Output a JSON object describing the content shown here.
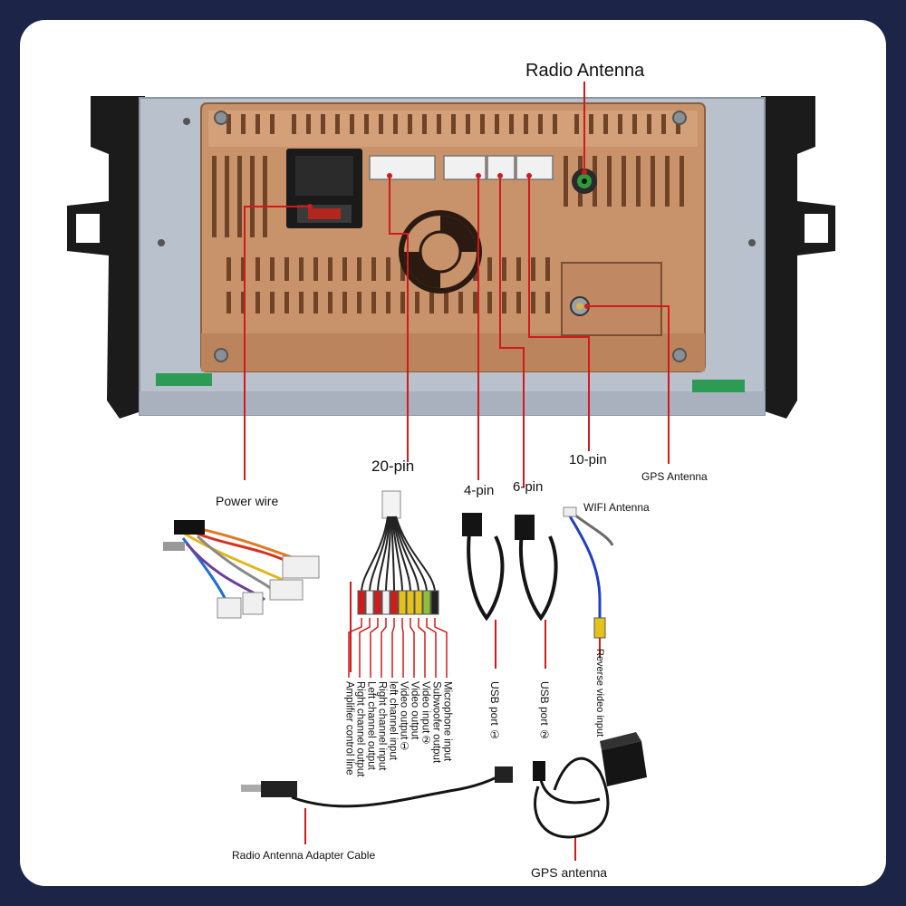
{
  "labels": {
    "radio_antenna": "Radio Antenna",
    "pin20": "20-pin",
    "pin4": "4-pin",
    "pin6": "6-pin",
    "pin10": "10-pin",
    "gps_antenna_top": "GPS Antenna",
    "power_wire": "Power wire",
    "wifi_antenna": "WIFI Antenna",
    "reverse_video_input": "Reverse video input",
    "usb_port_1": "USB port ①",
    "usb_port_2": "USB port ②",
    "radio_adapter": "Radio Antenna Adapter Cable",
    "gps_antenna_bottom": "GPS antenna"
  },
  "rca_labels": [
    "Amplifier control line",
    "Right channel output",
    "Left channel output",
    "Right channel input",
    "left channel input",
    "Video output①",
    "Video output",
    "Video input②",
    "Subwoofer output",
    "Microphone input"
  ],
  "colors": {
    "background": "#1c2447",
    "card": "#ffffff",
    "leader_line": "#d11a1a",
    "heatsink": "#c8926a",
    "chassis": "#b9c1cc",
    "bracket": "#1b1b1b",
    "cable": "#141414"
  }
}
